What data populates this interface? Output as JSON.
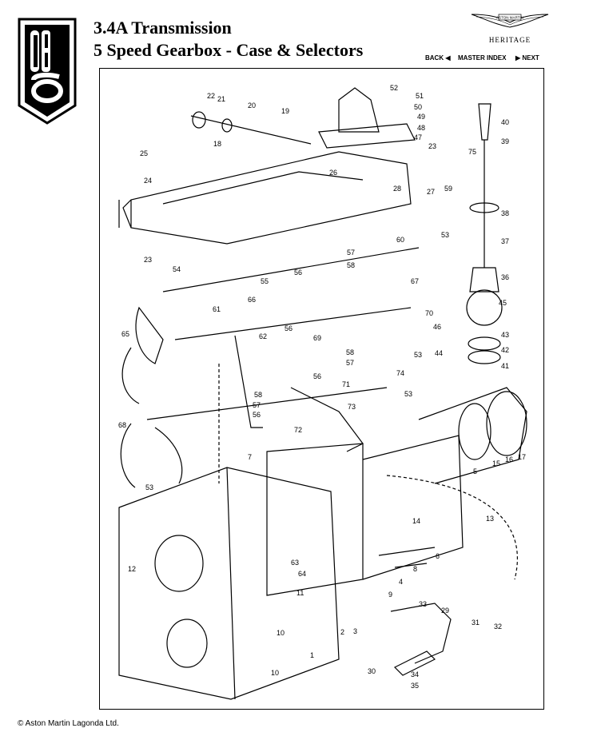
{
  "title": {
    "line1": "3.4A Transmission",
    "line2": "5 Speed Gearbox - Case & Selectors"
  },
  "logo": {
    "text": "DB6"
  },
  "brand": {
    "name": "ASTON MARTIN",
    "subtitle": "HERITAGE"
  },
  "nav": {
    "back": "BACK",
    "index": "MASTER INDEX",
    "next": "NEXT"
  },
  "footer": {
    "copyright": "© Aston Martin Lagonda Ltd."
  },
  "diagram": {
    "part_labels": [
      "22",
      "21",
      "20",
      "19",
      "18",
      "25",
      "24",
      "23",
      "26",
      "52",
      "51",
      "50",
      "49",
      "48",
      "47",
      "23",
      "28",
      "75",
      "27",
      "59",
      "40",
      "39",
      "38",
      "54",
      "55",
      "56",
      "57",
      "58",
      "60",
      "53",
      "37",
      "61",
      "62",
      "66",
      "67",
      "36",
      "65",
      "56",
      "69",
      "57",
      "58",
      "70",
      "45",
      "46",
      "43",
      "44",
      "42",
      "41",
      "53",
      "56",
      "74",
      "71",
      "73",
      "58",
      "57",
      "56",
      "53",
      "68",
      "72",
      "7",
      "15",
      "16",
      "17",
      "5",
      "13",
      "14",
      "6",
      "8",
      "4",
      "9",
      "53",
      "63",
      "64",
      "12",
      "11",
      "10",
      "1",
      "2",
      "3",
      "33",
      "29",
      "31",
      "32",
      "30",
      "34",
      "35",
      "10"
    ]
  }
}
